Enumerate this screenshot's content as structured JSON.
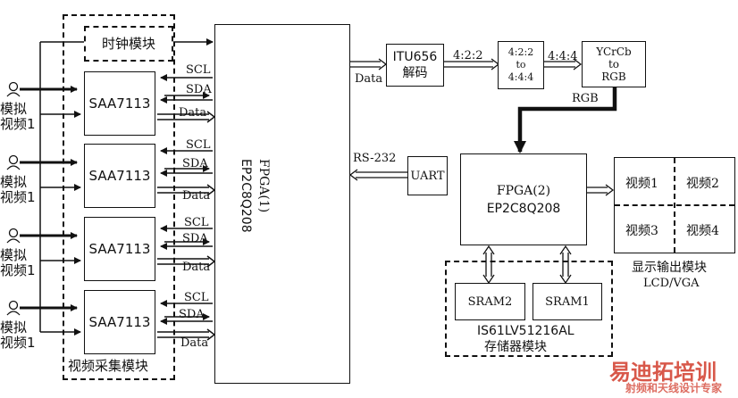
{
  "acquisition": {
    "clock_module": "时钟模块",
    "decoder_chip": "SAA7113",
    "input_label": [
      "模拟",
      "视频1"
    ],
    "module_label": "视频采集模块",
    "signals": {
      "scl": "SCL",
      "sda": "SDA",
      "data": "Data"
    }
  },
  "fpga1": {
    "line1": "FPGA(1)",
    "line2": "EP2C8Q208"
  },
  "bus_data": "Data",
  "itu656": {
    "line1": "ITU656",
    "line2": "解码"
  },
  "fmt1": "4:2:2",
  "conv422": {
    "line1": "4:2:2",
    "line2": "to",
    "line3": "4:4:4"
  },
  "fmt2": "4:4:4",
  "ycrcb": {
    "line1": "YCrCb",
    "line2": "to",
    "line3": "RGB"
  },
  "rgb_label": "RGB",
  "rs232": "RS-232",
  "uart": "UART",
  "fpga2": {
    "line1": "FPGA(2)",
    "line2": "EP2C8Q208"
  },
  "display": {
    "cells": [
      "视频1",
      "视频2",
      "视频3",
      "视频4"
    ],
    "caption1": "显示输出模块",
    "caption2": "LCD/VGA"
  },
  "memory": {
    "sram2": "SRAM2",
    "sram1": "SRAM1",
    "chip": "IS61LV51216AL",
    "caption": "存储器模块"
  },
  "watermark": {
    "main": "易迪拓培训",
    "sub": "射频和天线设计专家"
  }
}
